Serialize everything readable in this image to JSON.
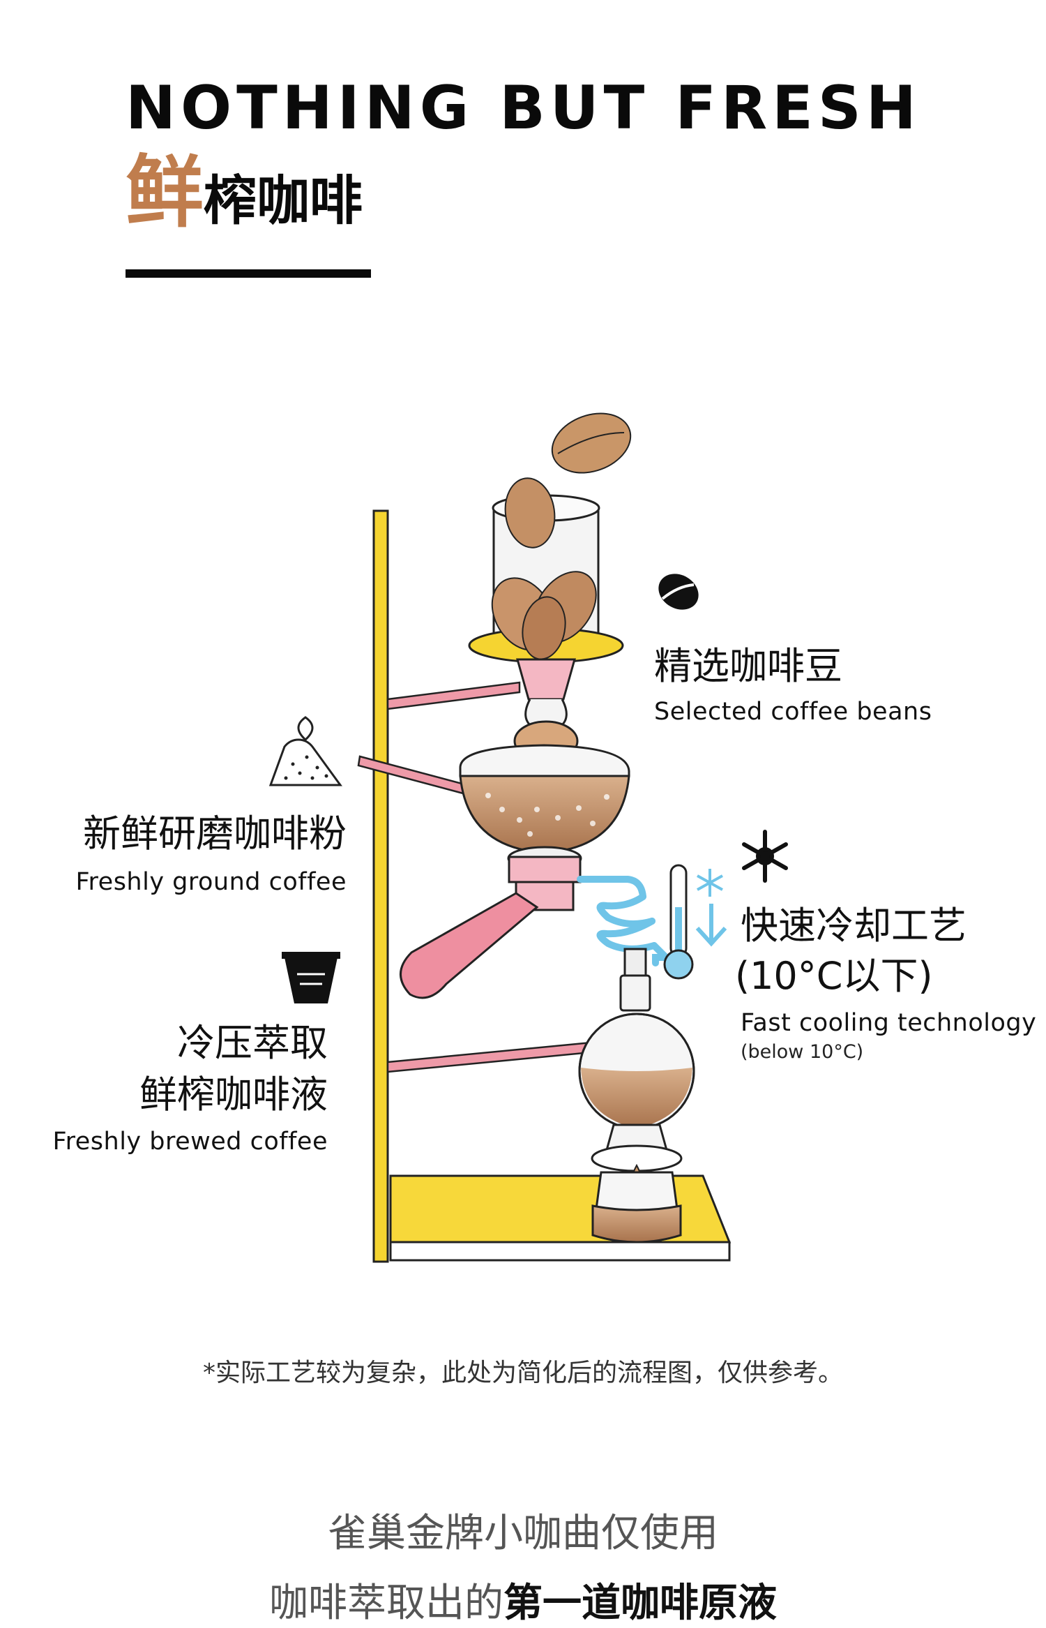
{
  "header": {
    "title_en": "NOTHING BUT FRESH",
    "title_zh_accent": "鲜",
    "title_zh_rest": "榨咖啡"
  },
  "steps": {
    "beans": {
      "zh": "精选咖啡豆",
      "en": "Selected coffee beans",
      "icon": "coffee-bean-icon"
    },
    "ground": {
      "zh": "新鲜研磨咖啡粉",
      "en": "Freshly ground coffee",
      "icon": "ground-coffee-pile-icon"
    },
    "cooling": {
      "zh": "快速冷却工艺",
      "zh2": "(10°C以下)",
      "en": "Fast cooling technology",
      "en_note": "(below 10°C)",
      "icon": "snowflake-icon"
    },
    "brew": {
      "zh": "冷压萃取",
      "zh2": "鲜榨咖啡液",
      "en": "Freshly brewed coffee",
      "icon": "coffee-cup-icon"
    }
  },
  "note": "*实际工艺较为复杂，此处为简化后的流程图，仅供参考。",
  "bottom": {
    "line1": "雀巢金牌小咖曲仅使用",
    "line2_prefix": "咖啡萃取出的",
    "line2_bold": "第一道咖啡原液"
  },
  "colors": {
    "accent": "#c07d4d",
    "stand_yellow": "#f5d431",
    "arm_pink": "#ee9aa8",
    "coffee_brown": "#b9825a",
    "ice_blue": "#8fd2ee"
  }
}
